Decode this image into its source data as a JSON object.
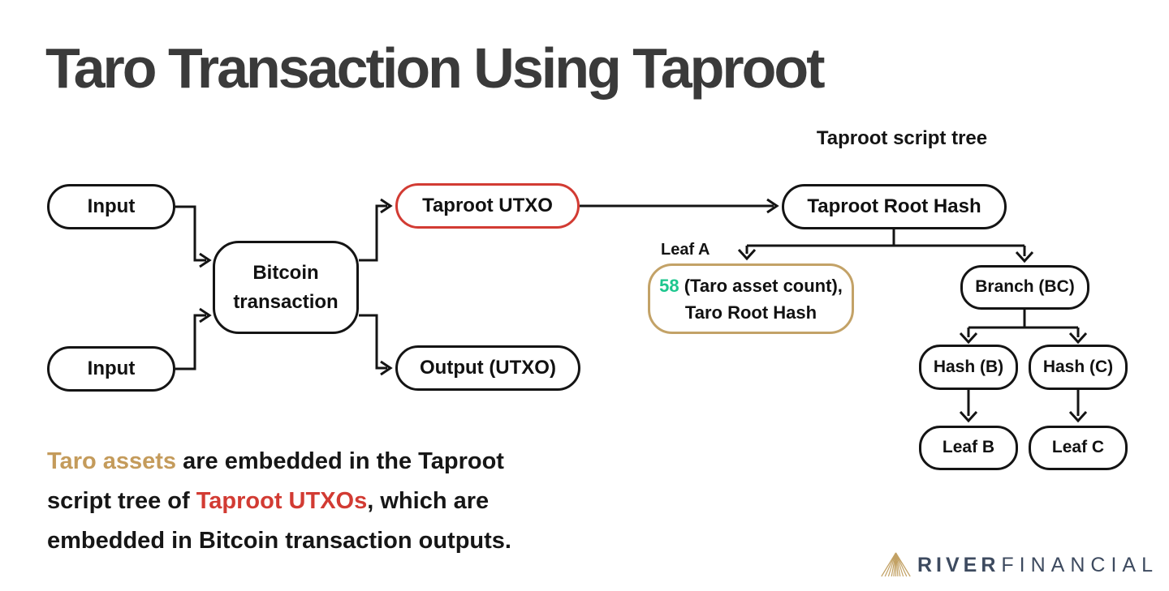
{
  "title": "Taro Transaction Using Taproot",
  "colors": {
    "accent_red": "#d23b33",
    "accent_gold": "#c3a267",
    "accent_green": "#1dc68e",
    "line_ink": "#141414",
    "title_ink": "#3a3a3a",
    "logo_navy": "#3d4a5f"
  },
  "diagram": {
    "script_tree_label": "Taproot script tree",
    "nodes": {
      "input_top": "Input",
      "input_bottom": "Input",
      "bitcoin_tx_line1": "Bitcoin",
      "bitcoin_tx_line2": "transaction",
      "taproot_utxo": "Taproot UTXO",
      "output_utxo": "Output (UTXO)",
      "taproot_root_hash": "Taproot Root Hash",
      "branch_bc": "Branch (BC)",
      "hash_b": "Hash (B)",
      "hash_c": "Hash (C)",
      "leaf_b": "Leaf B",
      "leaf_c": "Leaf C"
    },
    "leaf_a": {
      "label": "Leaf A",
      "count_value": "58",
      "count_suffix": " (Taro asset count),",
      "line2": "Taro Root Hash"
    }
  },
  "caption": {
    "line1_highlight": "Taro assets",
    "line1_rest": " are embedded in the Taproot",
    "line2_prefix": "script tree of ",
    "line2_highlight": "Taproot UTXOs",
    "line2_suffix": ", which are",
    "line3": "embedded in Bitcoin transaction outputs."
  },
  "logo": {
    "brand": "RIVER",
    "brand_suffix": "FINANCIAL",
    "mark": "river-mountain-mark"
  }
}
